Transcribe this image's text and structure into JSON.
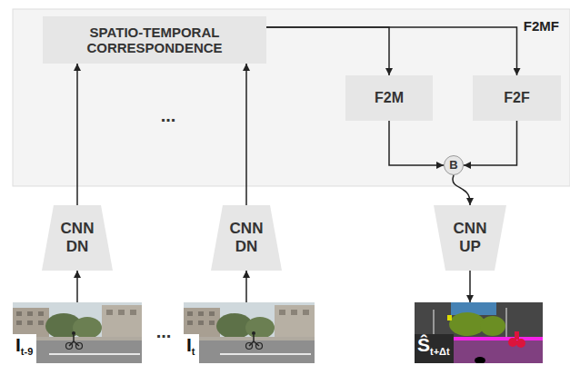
{
  "diagram": {
    "nodes": [
      {
        "text": [
          "F2MF"
        ]
      },
      {
        "text": [
          "SPATIO-TEMPORAL CORRESPONDENCE"
        ],
        "in": 0
      },
      {
        "text": [
          "F2M"
        ],
        "in": 0
      },
      {
        "text": [
          "F2F"
        ],
        "in": 0
      },
      {
        "text": [
          "B"
        ],
        "in": 0
      },
      {
        "text": [
          "CNN DN"
        ]
      },
      {
        "text": [
          "CNN DN"
        ]
      },
      {
        "text": [
          "CNN UP"
        ]
      },
      {
        "text": [
          "I",
          "t-9"
        ]
      },
      {
        "text": [
          "I",
          "t"
        ]
      },
      {
        "text": [
          "Ŝ",
          "t+Δt"
        ]
      }
    ],
    "edges": [
      {
        "from": 8,
        "to": 5,
        "arrow": "to"
      },
      {
        "from": 9,
        "to": 6,
        "arrow": "to"
      },
      {
        "from": 5,
        "to": 1,
        "arrow": "to"
      },
      {
        "from": 6,
        "to": 1,
        "arrow": "to"
      },
      {
        "from": 1,
        "to": 2,
        "arrow": "to"
      },
      {
        "from": 1,
        "to": 3,
        "arrow": "to"
      },
      {
        "from": 2,
        "to": 4,
        "arrow": "to"
      },
      {
        "from": 3,
        "to": 4,
        "arrow": "to"
      },
      {
        "from": 4,
        "to": 7,
        "arrow": "to"
      },
      {
        "from": 7,
        "to": 10,
        "arrow": "to"
      }
    ],
    "labels": [
      "...",
      "..."
    ]
  }
}
